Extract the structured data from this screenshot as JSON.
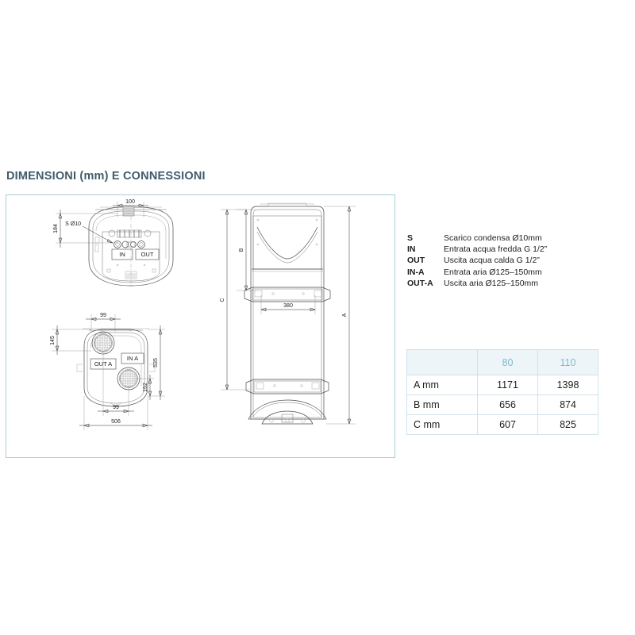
{
  "section": {
    "title": "DIMENSIONI (mm) E CONNESSIONI"
  },
  "legend": {
    "items": [
      {
        "code": "S",
        "desc": "Scarico condensa Ø10mm"
      },
      {
        "code": "IN",
        "desc": "Entrata acqua fredda G 1/2”"
      },
      {
        "code": "OUT",
        "desc": "Uscita acqua calda G 1/2”"
      },
      {
        "code": "IN-A",
        "desc": "Entrata aria Ø125–150mm"
      },
      {
        "code": "OUT-A",
        "desc": "Uscita aria Ø125–150mm"
      }
    ]
  },
  "table": {
    "corner": "",
    "columns": [
      "80",
      "110"
    ],
    "rows": [
      {
        "label": "A mm",
        "values": [
          "1171",
          "1398"
        ]
      },
      {
        "label": "B mm",
        "values": [
          "656",
          "874"
        ]
      },
      {
        "label": "C mm",
        "values": [
          "607",
          "825"
        ]
      }
    ]
  },
  "drawing": {
    "top_view": {
      "dim_width": "100",
      "dim_depth": "184",
      "callout_drain": "S Ø10",
      "port_in": "IN",
      "port_out": "OUT"
    },
    "bottom_view": {
      "dim_top": "99",
      "dim_left": "145",
      "dim_right_total": "535",
      "dim_right_lower": "152",
      "dim_bottom_inner": "99",
      "dim_bottom_total": "506",
      "port_out_air": "OUT A",
      "port_in_air": "IN A"
    },
    "front_view": {
      "dim_a": "A",
      "dim_b": "B",
      "dim_c": "C",
      "dim_bracket": "380"
    }
  },
  "colors": {
    "title": "#3f5c6b",
    "frame_border": "#a9cdda",
    "table_header_text": "#7fb8cc",
    "table_header_bg": "#eef5f9",
    "table_border": "#cfe2ea"
  }
}
